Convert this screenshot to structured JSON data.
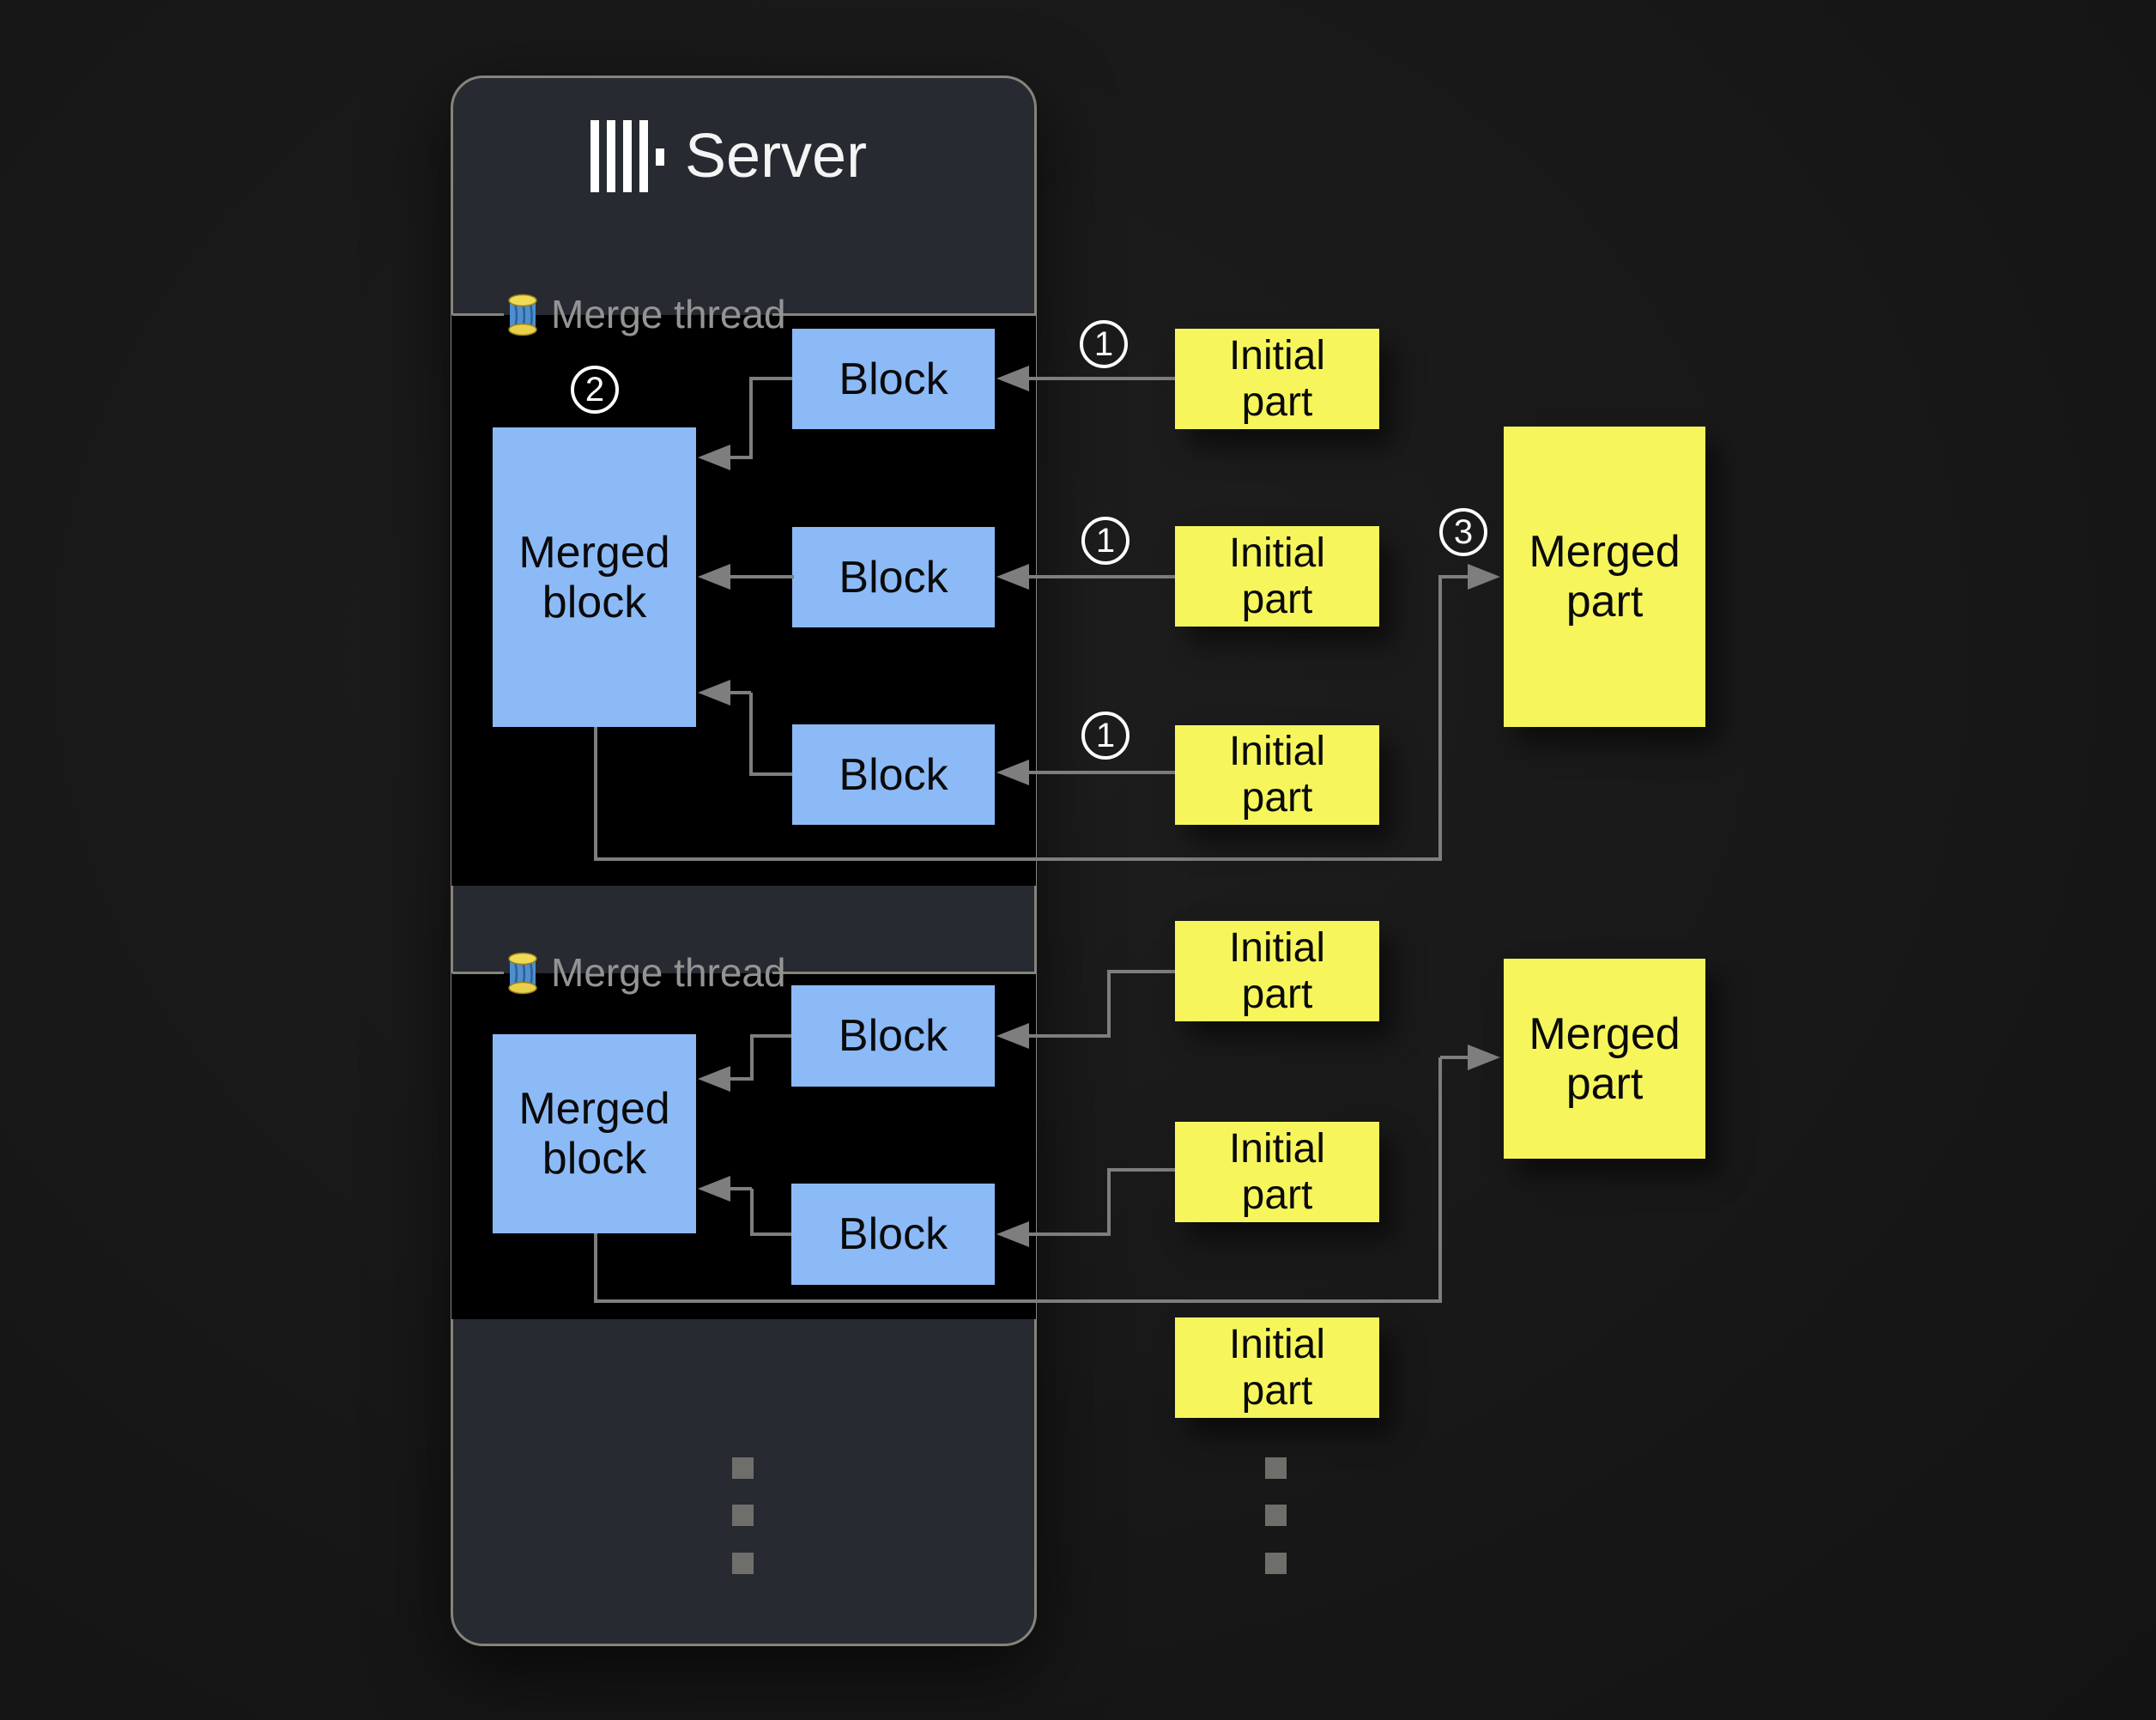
{
  "colors": {
    "panel_bg": "#282a31",
    "section_bg": "#000000",
    "block_blue": "#8cbaf7",
    "note_yellow": "#f6f65c",
    "line_gray": "#7e7e7e",
    "border_gray": "#85847c"
  },
  "server": {
    "title": "Server",
    "logo": "clickhouse-bars-logo"
  },
  "sections": [
    {
      "label": "Merge thread",
      "icon": "thread-spool-icon",
      "badge": "2",
      "merged_block": "Merged block",
      "blocks": [
        "Block",
        "Block",
        "Block"
      ]
    },
    {
      "label": "Merge thread",
      "icon": "thread-spool-icon",
      "merged_block": "Merged block",
      "blocks": [
        "Block",
        "Block"
      ]
    }
  ],
  "groups": [
    {
      "initial_parts": [
        {
          "label": "Initial part",
          "badge": "1"
        },
        {
          "label": "Initial part",
          "badge": "1"
        },
        {
          "label": "Initial part",
          "badge": "1"
        }
      ],
      "merged_part": {
        "label": "Merged part",
        "badge": "3"
      }
    },
    {
      "initial_parts": [
        {
          "label": "Initial part"
        },
        {
          "label": "Initial part"
        },
        {
          "label": "Initial part"
        }
      ],
      "merged_part": {
        "label": "Merged part"
      }
    }
  ]
}
